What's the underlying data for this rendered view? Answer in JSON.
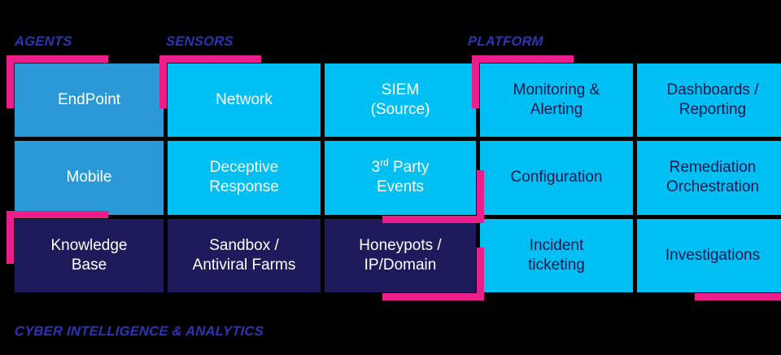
{
  "colors": {
    "background": "#000000",
    "header_text": "#2b35b5",
    "agent_blue": "#2b99d6",
    "cyan": "#00c0f3",
    "navy": "#1e1b5c",
    "pink_accent": "#ec1e8c",
    "cell_text_light": "#ffffff",
    "cell_text_dark": "#17174f"
  },
  "headers": {
    "agents": "AGENTS",
    "sensors": "SENSORS",
    "platform": "PLATFORM"
  },
  "footer": {
    "label": "CYBER INTELLIGENCE & ANALYTICS"
  },
  "grid": {
    "columns": 5,
    "rows": 3,
    "cells": [
      {
        "id": "endpoint",
        "label": "EndPoint",
        "fill": "agent_blue",
        "text": "light",
        "bracket": "top-left"
      },
      {
        "id": "network",
        "label": "Network",
        "fill": "cyan",
        "text": "light",
        "bracket": "top-left"
      },
      {
        "id": "siem-source",
        "label": "SIEM\n(Source)",
        "fill": "cyan",
        "text": "light",
        "bracket": "none"
      },
      {
        "id": "monitoring",
        "label": "Monitoring &\nAlerting",
        "fill": "cyan",
        "text": "dark",
        "bracket": "top-left"
      },
      {
        "id": "dashboards",
        "label": "Dashboards /\nReporting",
        "fill": "cyan",
        "text": "dark",
        "bracket": "none"
      },
      {
        "id": "mobile",
        "label": "Mobile",
        "fill": "agent_blue",
        "text": "light",
        "bracket": "none"
      },
      {
        "id": "deceptive",
        "label": "Deceptive\nResponse",
        "fill": "cyan",
        "text": "light",
        "bracket": "none"
      },
      {
        "id": "third-party",
        "label": "3rd Party\nEvents",
        "label_sup": "rd",
        "fill": "cyan",
        "text": "light",
        "bracket": "bottom-right"
      },
      {
        "id": "configuration",
        "label": "Configuration",
        "fill": "cyan",
        "text": "dark",
        "bracket": "none"
      },
      {
        "id": "remediation",
        "label": "Remediation\nOrchestration",
        "fill": "cyan",
        "text": "dark",
        "bracket": "none"
      },
      {
        "id": "knowledge-base",
        "label": "Knowledge\nBase",
        "fill": "navy",
        "text": "light",
        "bracket": "top-left"
      },
      {
        "id": "sandbox",
        "label": "Sandbox /\nAntiviral Farms",
        "fill": "navy",
        "text": "light",
        "bracket": "none"
      },
      {
        "id": "honeypots",
        "label": "Honeypots /\nIP/Domain",
        "fill": "navy",
        "text": "light",
        "bracket": "bottom-right"
      },
      {
        "id": "incident",
        "label": "Incident\nticketing",
        "fill": "cyan",
        "text": "dark",
        "bracket": "none"
      },
      {
        "id": "investigations",
        "label": "Investigations",
        "fill": "cyan",
        "text": "dark",
        "bracket": "bottom-right"
      }
    ]
  }
}
